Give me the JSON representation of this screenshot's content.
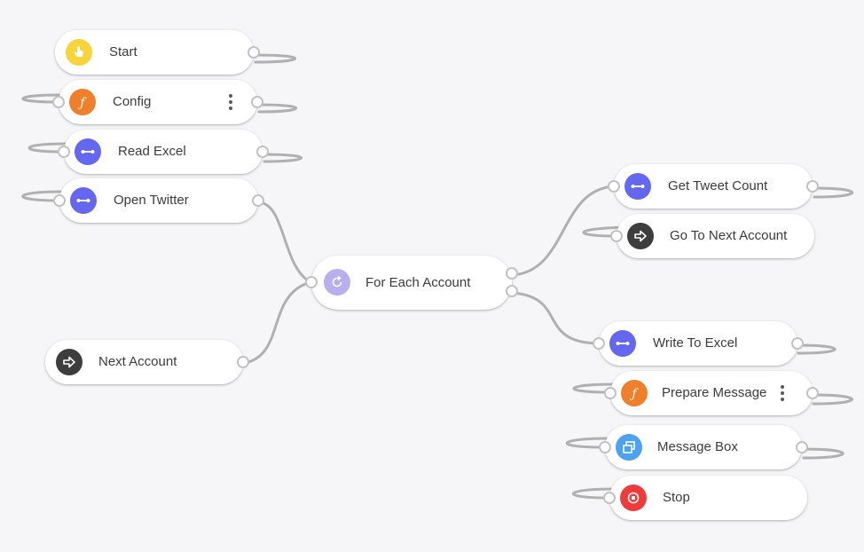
{
  "nodes": {
    "start": {
      "label": "Start",
      "icon": "hand-pointer-icon",
      "color": "#f8d43a"
    },
    "config": {
      "label": "Config",
      "icon": "function-icon",
      "color": "#f07f2c"
    },
    "read_excel": {
      "label": "Read Excel",
      "icon": "connector-icon",
      "color": "#6467ef"
    },
    "open_twitter": {
      "label": "Open Twitter",
      "icon": "connector-icon",
      "color": "#6467ef"
    },
    "next_account": {
      "label": "Next Account",
      "icon": "arrow-right-icon",
      "color": "#3d3d3d"
    },
    "for_each_account": {
      "label": "For Each Account",
      "icon": "loop-icon",
      "color": "#b9aef0"
    },
    "get_tweet_count": {
      "label": "Get Tweet Count",
      "icon": "connector-icon",
      "color": "#6467ef"
    },
    "go_to_next_account": {
      "label": "Go To Next Account",
      "icon": "arrow-right-icon",
      "color": "#3d3d3d"
    },
    "write_to_excel": {
      "label": "Write To Excel",
      "icon": "connector-icon",
      "color": "#6467ef"
    },
    "prepare_message": {
      "label": "Prepare Message",
      "icon": "function-icon",
      "color": "#f07f2c"
    },
    "message_box": {
      "label": "Message Box",
      "icon": "window-icon",
      "color": "#4aa3f0"
    },
    "stop": {
      "label": "Stop",
      "icon": "stop-icon",
      "color": "#ef3b3b"
    }
  },
  "colors": {
    "canvas": "#f6f6f8",
    "wire": "#b0b0b0",
    "port_border": "#c2c2c2"
  }
}
